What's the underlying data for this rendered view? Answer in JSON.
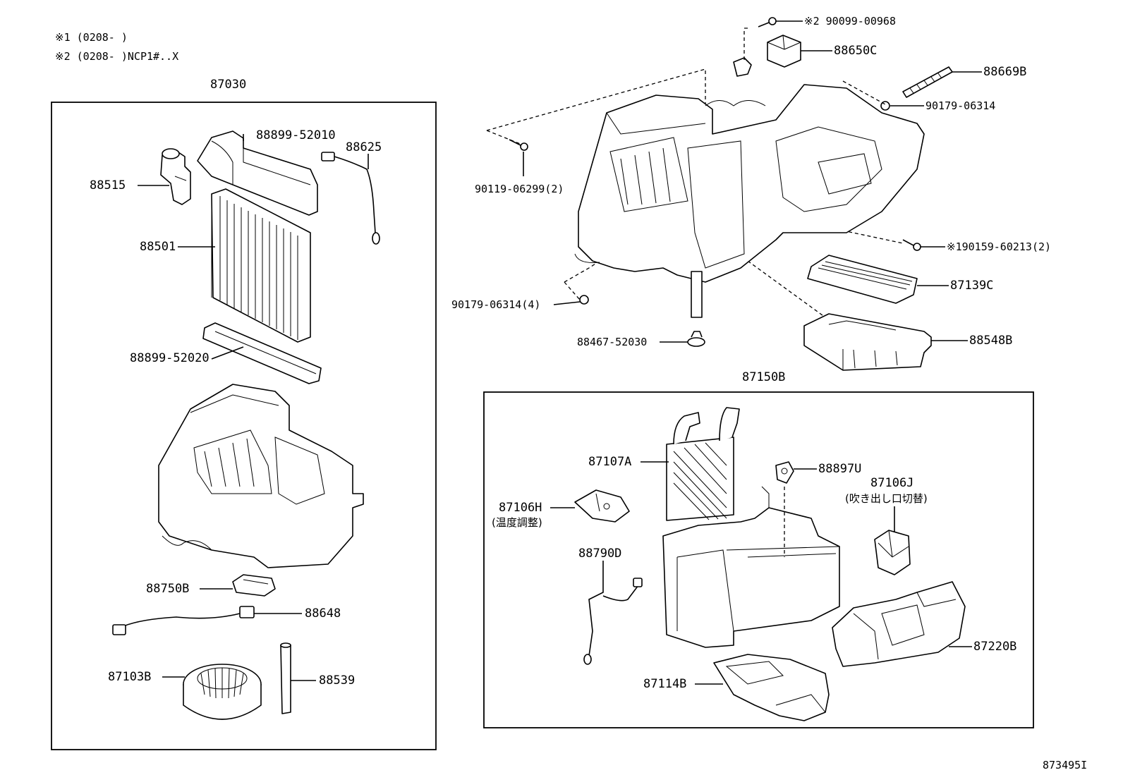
{
  "notes": {
    "note1": "※1 (0208-     )",
    "note2": "※2 (0208-     )NCP1#..X"
  },
  "groups": {
    "left_assembly": "87030",
    "right_assembly": "87150B"
  },
  "parts": {
    "p88515": "88515",
    "p88899_52010": "88899-52010",
    "p88625": "88625",
    "p88501": "88501",
    "p88899_52020": "88899-52020",
    "p88750B": "88750B",
    "p88648": "88648",
    "p87103B": "87103B",
    "p88539": "88539",
    "p90099_00968": "※2 90099-00968",
    "p88650C": "88650C",
    "p88669B": "88669B",
    "p90179_06314": "90179-06314",
    "p90119_06299": "90119-06299(2)",
    "p90159_60213": "※190159-60213(2)",
    "p87139C": "87139C",
    "p90179_06314_4": "90179-06314(4)",
    "p88467_52030": "88467-52030",
    "p88548B": "88548B",
    "p87107A": "87107A",
    "p88897U": "88897U",
    "p87106J": "87106J",
    "p87106J_note": "(吹き出し口切替)",
    "p87106H": "87106H",
    "p87106H_note": "(温度調整)",
    "p88790D": "88790D",
    "p87220B": "87220B",
    "p87114B": "87114B"
  },
  "figure_id": "873495I",
  "icons": {
    "evaporator": "evaporator-core-icon",
    "heater_core": "heater-core-icon",
    "blower_motor": "blower-motor-icon",
    "servo": "servo-motor-icon"
  }
}
